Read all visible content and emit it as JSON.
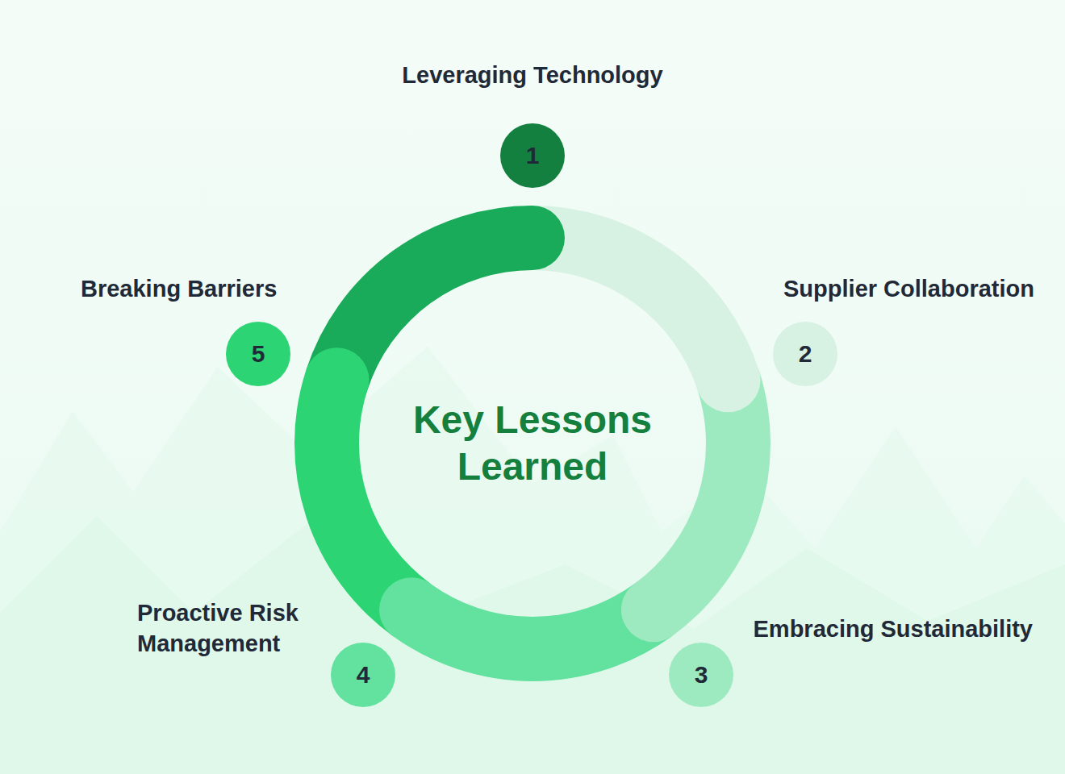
{
  "diagram": {
    "title": "Key Lessons Learned",
    "nodes": [
      {
        "text": [
          "Leveraging Technology",
          "1"
        ]
      },
      {
        "text": [
          "Supplier Collaboration",
          "2"
        ]
      },
      {
        "text": [
          "Embracing Sustainability",
          "3"
        ]
      },
      {
        "text": [
          "Proactive Risk Management",
          "4"
        ]
      },
      {
        "text": [
          "Breaking Barriers",
          "5"
        ]
      }
    ]
  }
}
